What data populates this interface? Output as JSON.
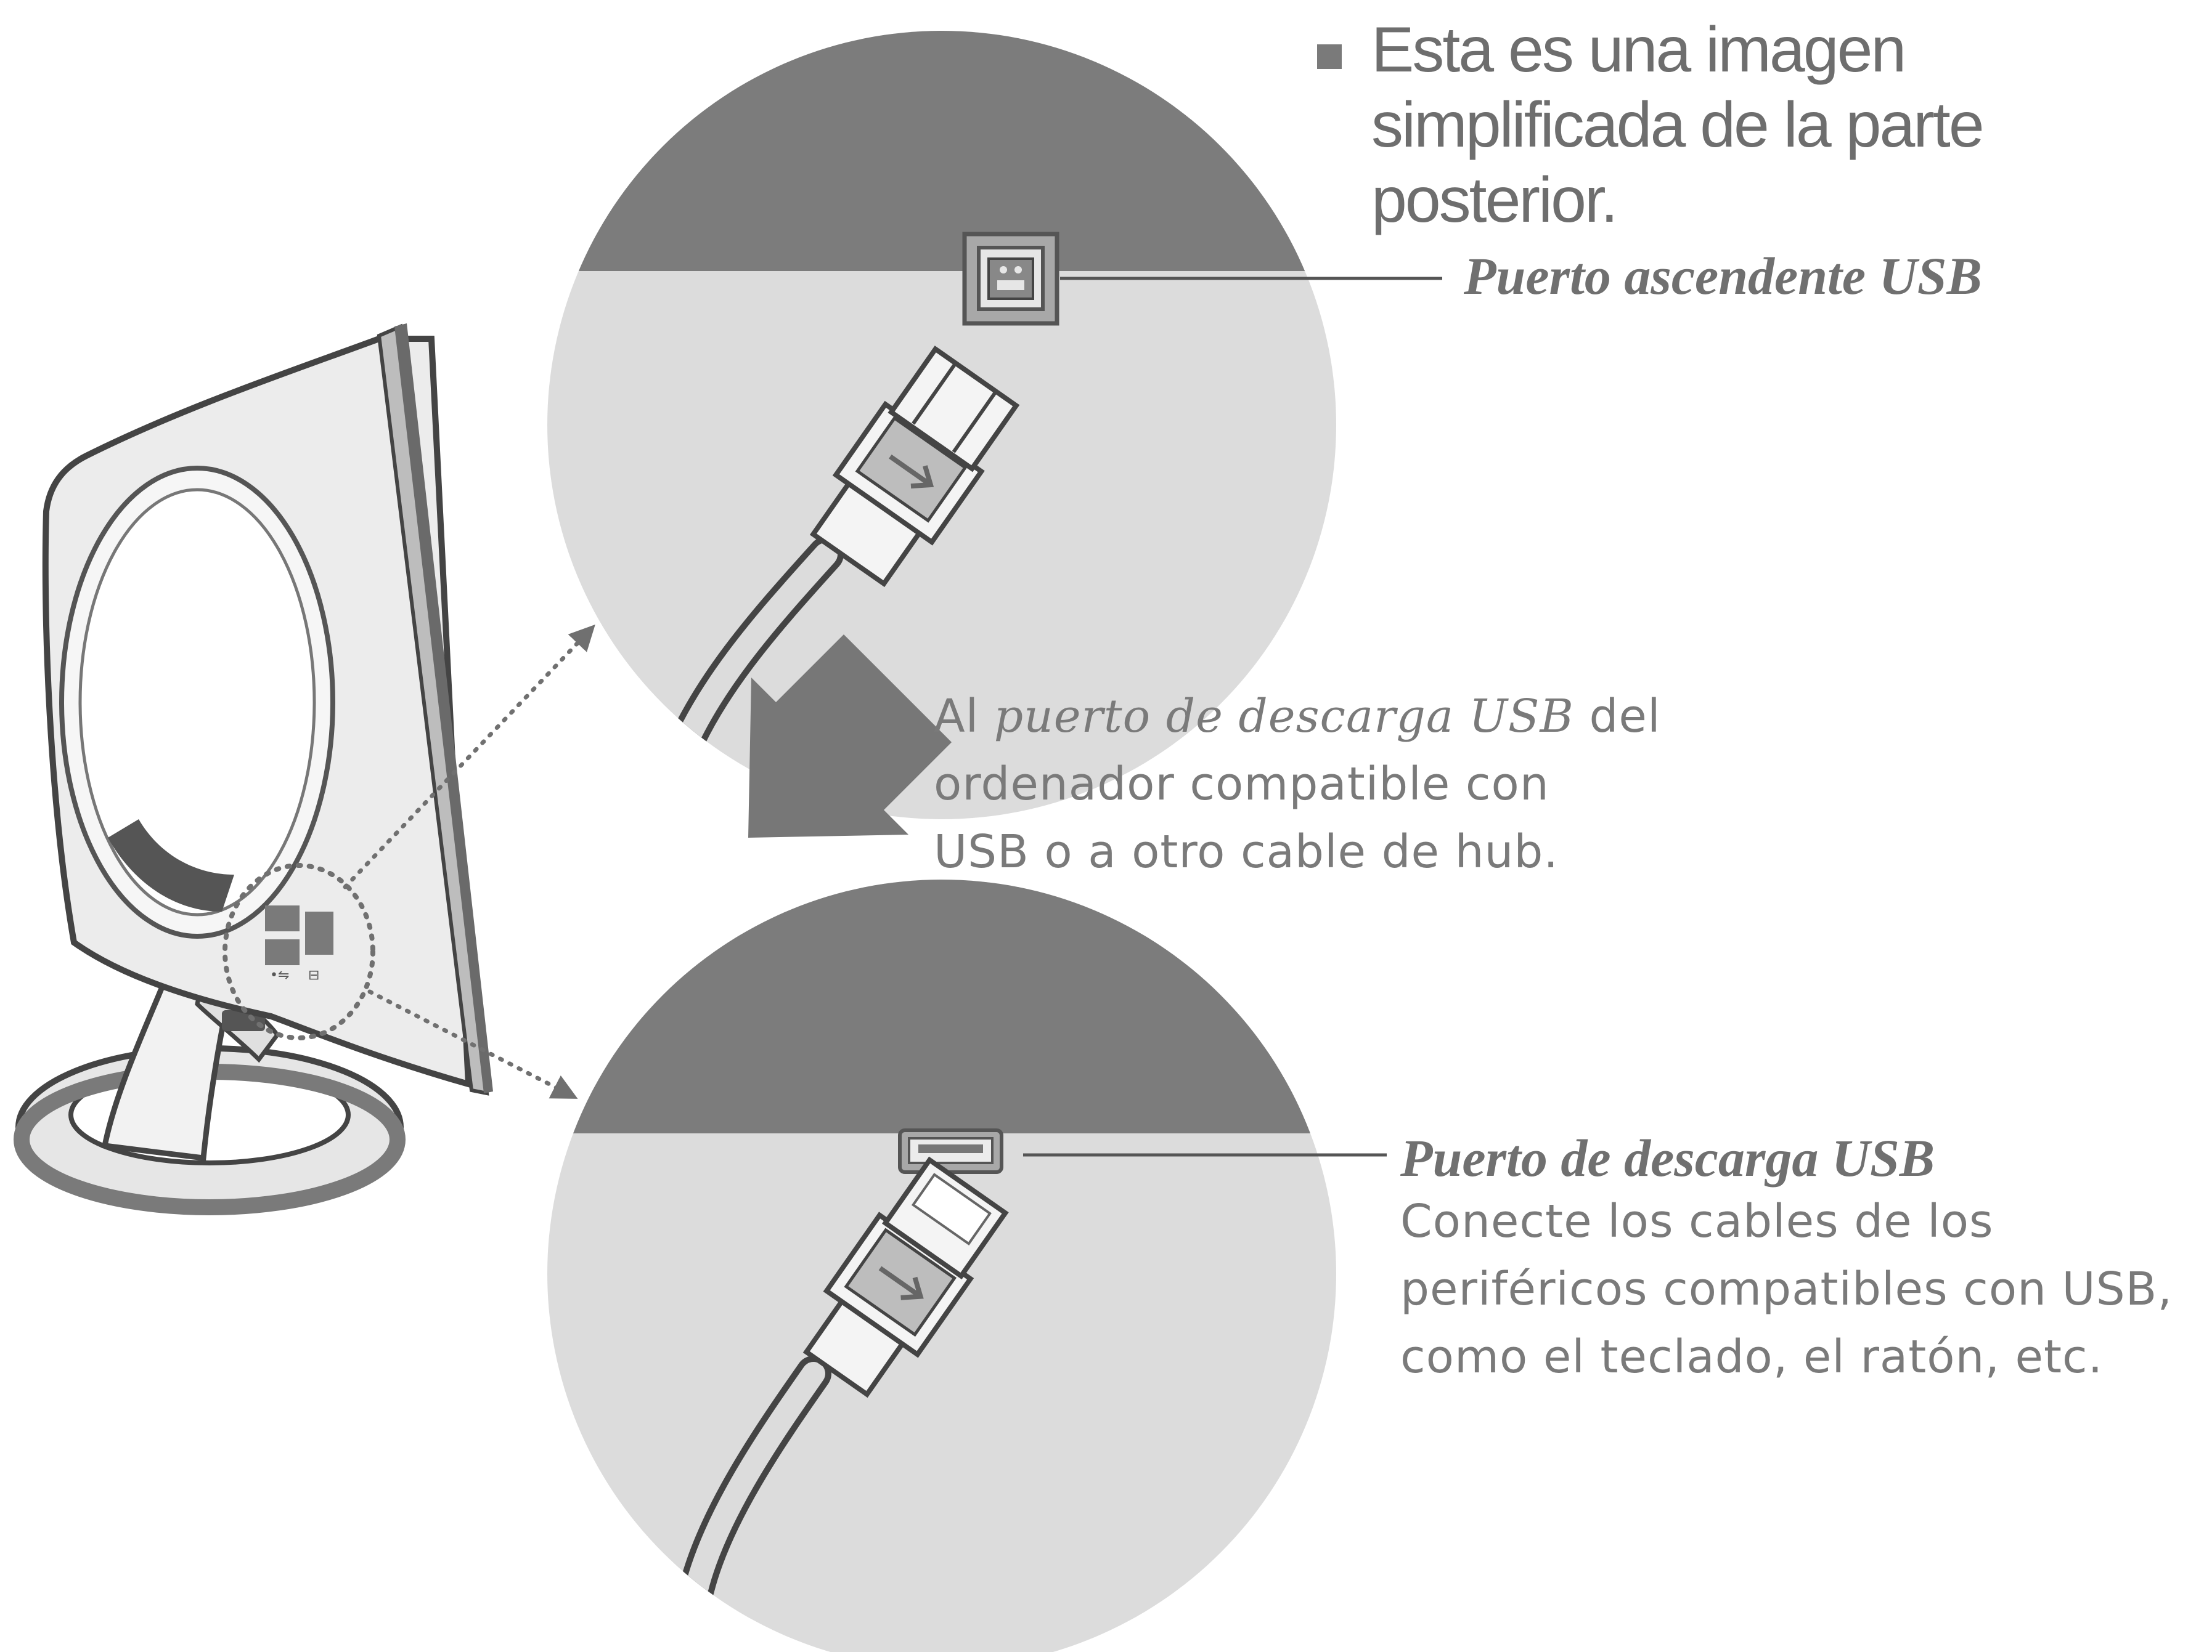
{
  "note": {
    "text": "Esta es una imagen simplificada de la parte posterior."
  },
  "labels": {
    "upstream_port": "Puerto ascendente USB",
    "downstream_port": "Puerto de descarga USB"
  },
  "middle_caption": {
    "prefix": "Al ",
    "emphasis": "puerto de descarga USB",
    "suffix": " del",
    "line2": "ordenador compatible con",
    "line3": "USB o a otro cable de hub."
  },
  "downstream_caption": {
    "line1": "Conecte los cables de los",
    "line2": "periféricos compatibles con USB,",
    "line3": "como el teclado, el ratón, etc."
  },
  "colors": {
    "dark_band": "#7c7c7c",
    "light_circle": "#dcdcdc",
    "text_gray": "#707070"
  }
}
